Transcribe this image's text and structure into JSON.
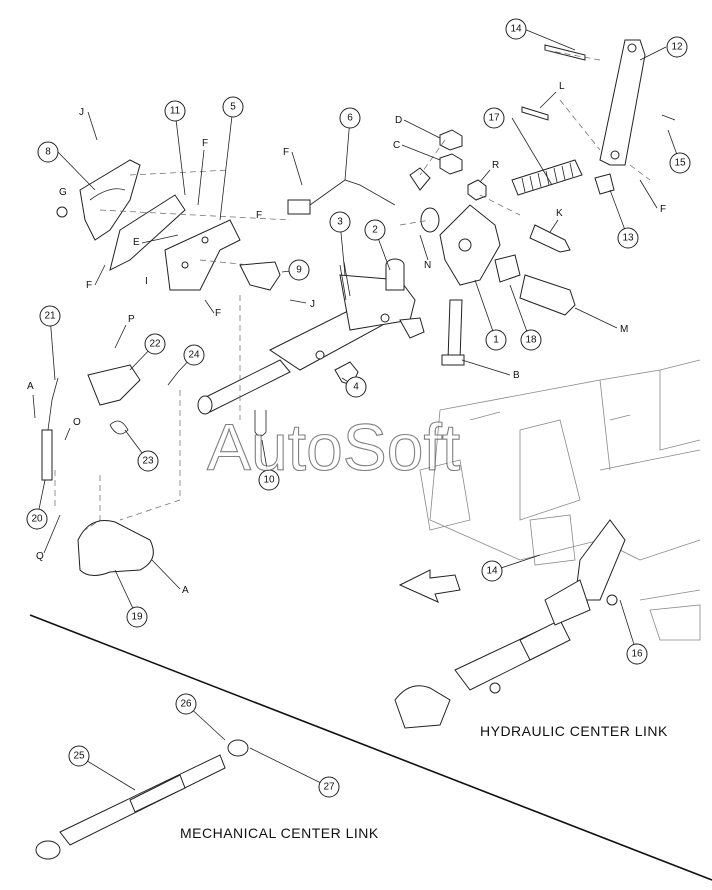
{
  "diagram": {
    "watermark": "AutoSoft",
    "captions": {
      "hydraulic": "HYDRAULIC CENTER LINK",
      "mechanical": "MECHANICAL CENTER LINK"
    },
    "callouts": {
      "c1": "1",
      "c2": "2",
      "c3": "3",
      "c4": "4",
      "c5": "5",
      "c6": "6",
      "c8": "8",
      "c9": "9",
      "c10": "10",
      "c11": "11",
      "c12": "12",
      "c13": "13",
      "c14a": "14",
      "c14b": "14",
      "c15": "15",
      "c16": "16",
      "c17": "17",
      "c18": "18",
      "c19": "19",
      "c20": "20",
      "c21": "21",
      "c22": "22",
      "c23": "23",
      "c24": "24",
      "c25": "25",
      "c26": "26",
      "c27": "27"
    },
    "letters": {
      "J1": "J",
      "J2": "J",
      "F1": "F",
      "F2": "F",
      "F3": "F",
      "F4": "F",
      "F5": "F",
      "F6": "F",
      "G": "G",
      "E": "E",
      "I": "I",
      "D": "D",
      "C": "C",
      "N": "N",
      "R": "R",
      "L": "L",
      "K": "K",
      "M": "M",
      "B": "B",
      "P": "P",
      "A1": "A",
      "A2": "A",
      "O": "O",
      "Q": "Q"
    }
  }
}
